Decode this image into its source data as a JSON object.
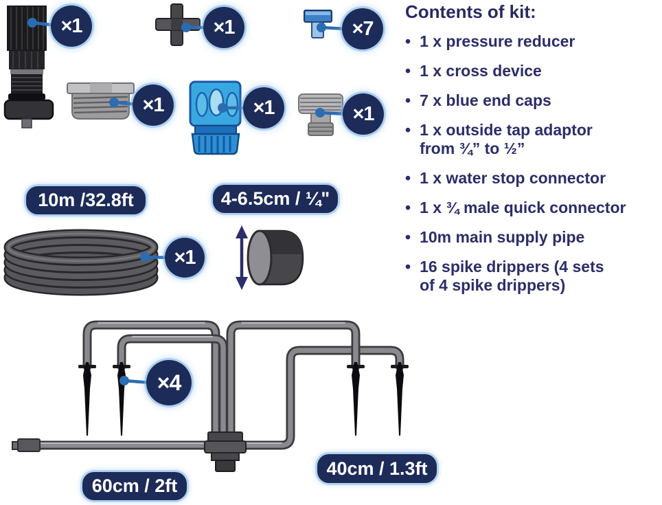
{
  "colors": {
    "badge_navy": "#1d2b59",
    "text_navy": "#2b2d6a",
    "leader_blue": "#2b6cb3",
    "glow_blue": "#7db4e6",
    "pipe_gray": "#8a8a8e",
    "connector_blue": "#3aa8e0",
    "background": "#ffffff"
  },
  "contents_panel": {
    "heading": "Contents of kit:",
    "bullet": "•",
    "items": [
      {
        "lines": [
          "1 x pressure reducer"
        ]
      },
      {
        "lines": [
          "1 x cross device"
        ]
      },
      {
        "lines": [
          "7 x blue end caps"
        ]
      },
      {
        "lines": [
          "1 x outside tap adaptor",
          "from ¾” to ½”"
        ]
      },
      {
        "lines": [
          "1 x water stop connector"
        ]
      },
      {
        "lines": [
          "1 x ¾ male quick connector"
        ]
      },
      {
        "lines": [
          "10m main supply pipe"
        ]
      },
      {
        "lines": [
          "16 spike drippers (4 sets",
          "of 4 spike drippers)"
        ]
      }
    ]
  },
  "diagram": {
    "badges": {
      "pressure_reducer": "×1",
      "cross_device": "×1",
      "blue_end_cap": "×7",
      "tap_adaptor": "×1",
      "water_stop_connector": "×1",
      "male_quick_connector": "×1",
      "supply_pipe": "×1",
      "spike_drippers": "×4"
    },
    "labels": {
      "pipe_length": "10m /32.8ft",
      "pipe_diameter": "4-6.5cm / ¼\"",
      "left_branch_length": "60cm / 2ft",
      "right_branch_length": "40cm / 1.3ft"
    }
  }
}
